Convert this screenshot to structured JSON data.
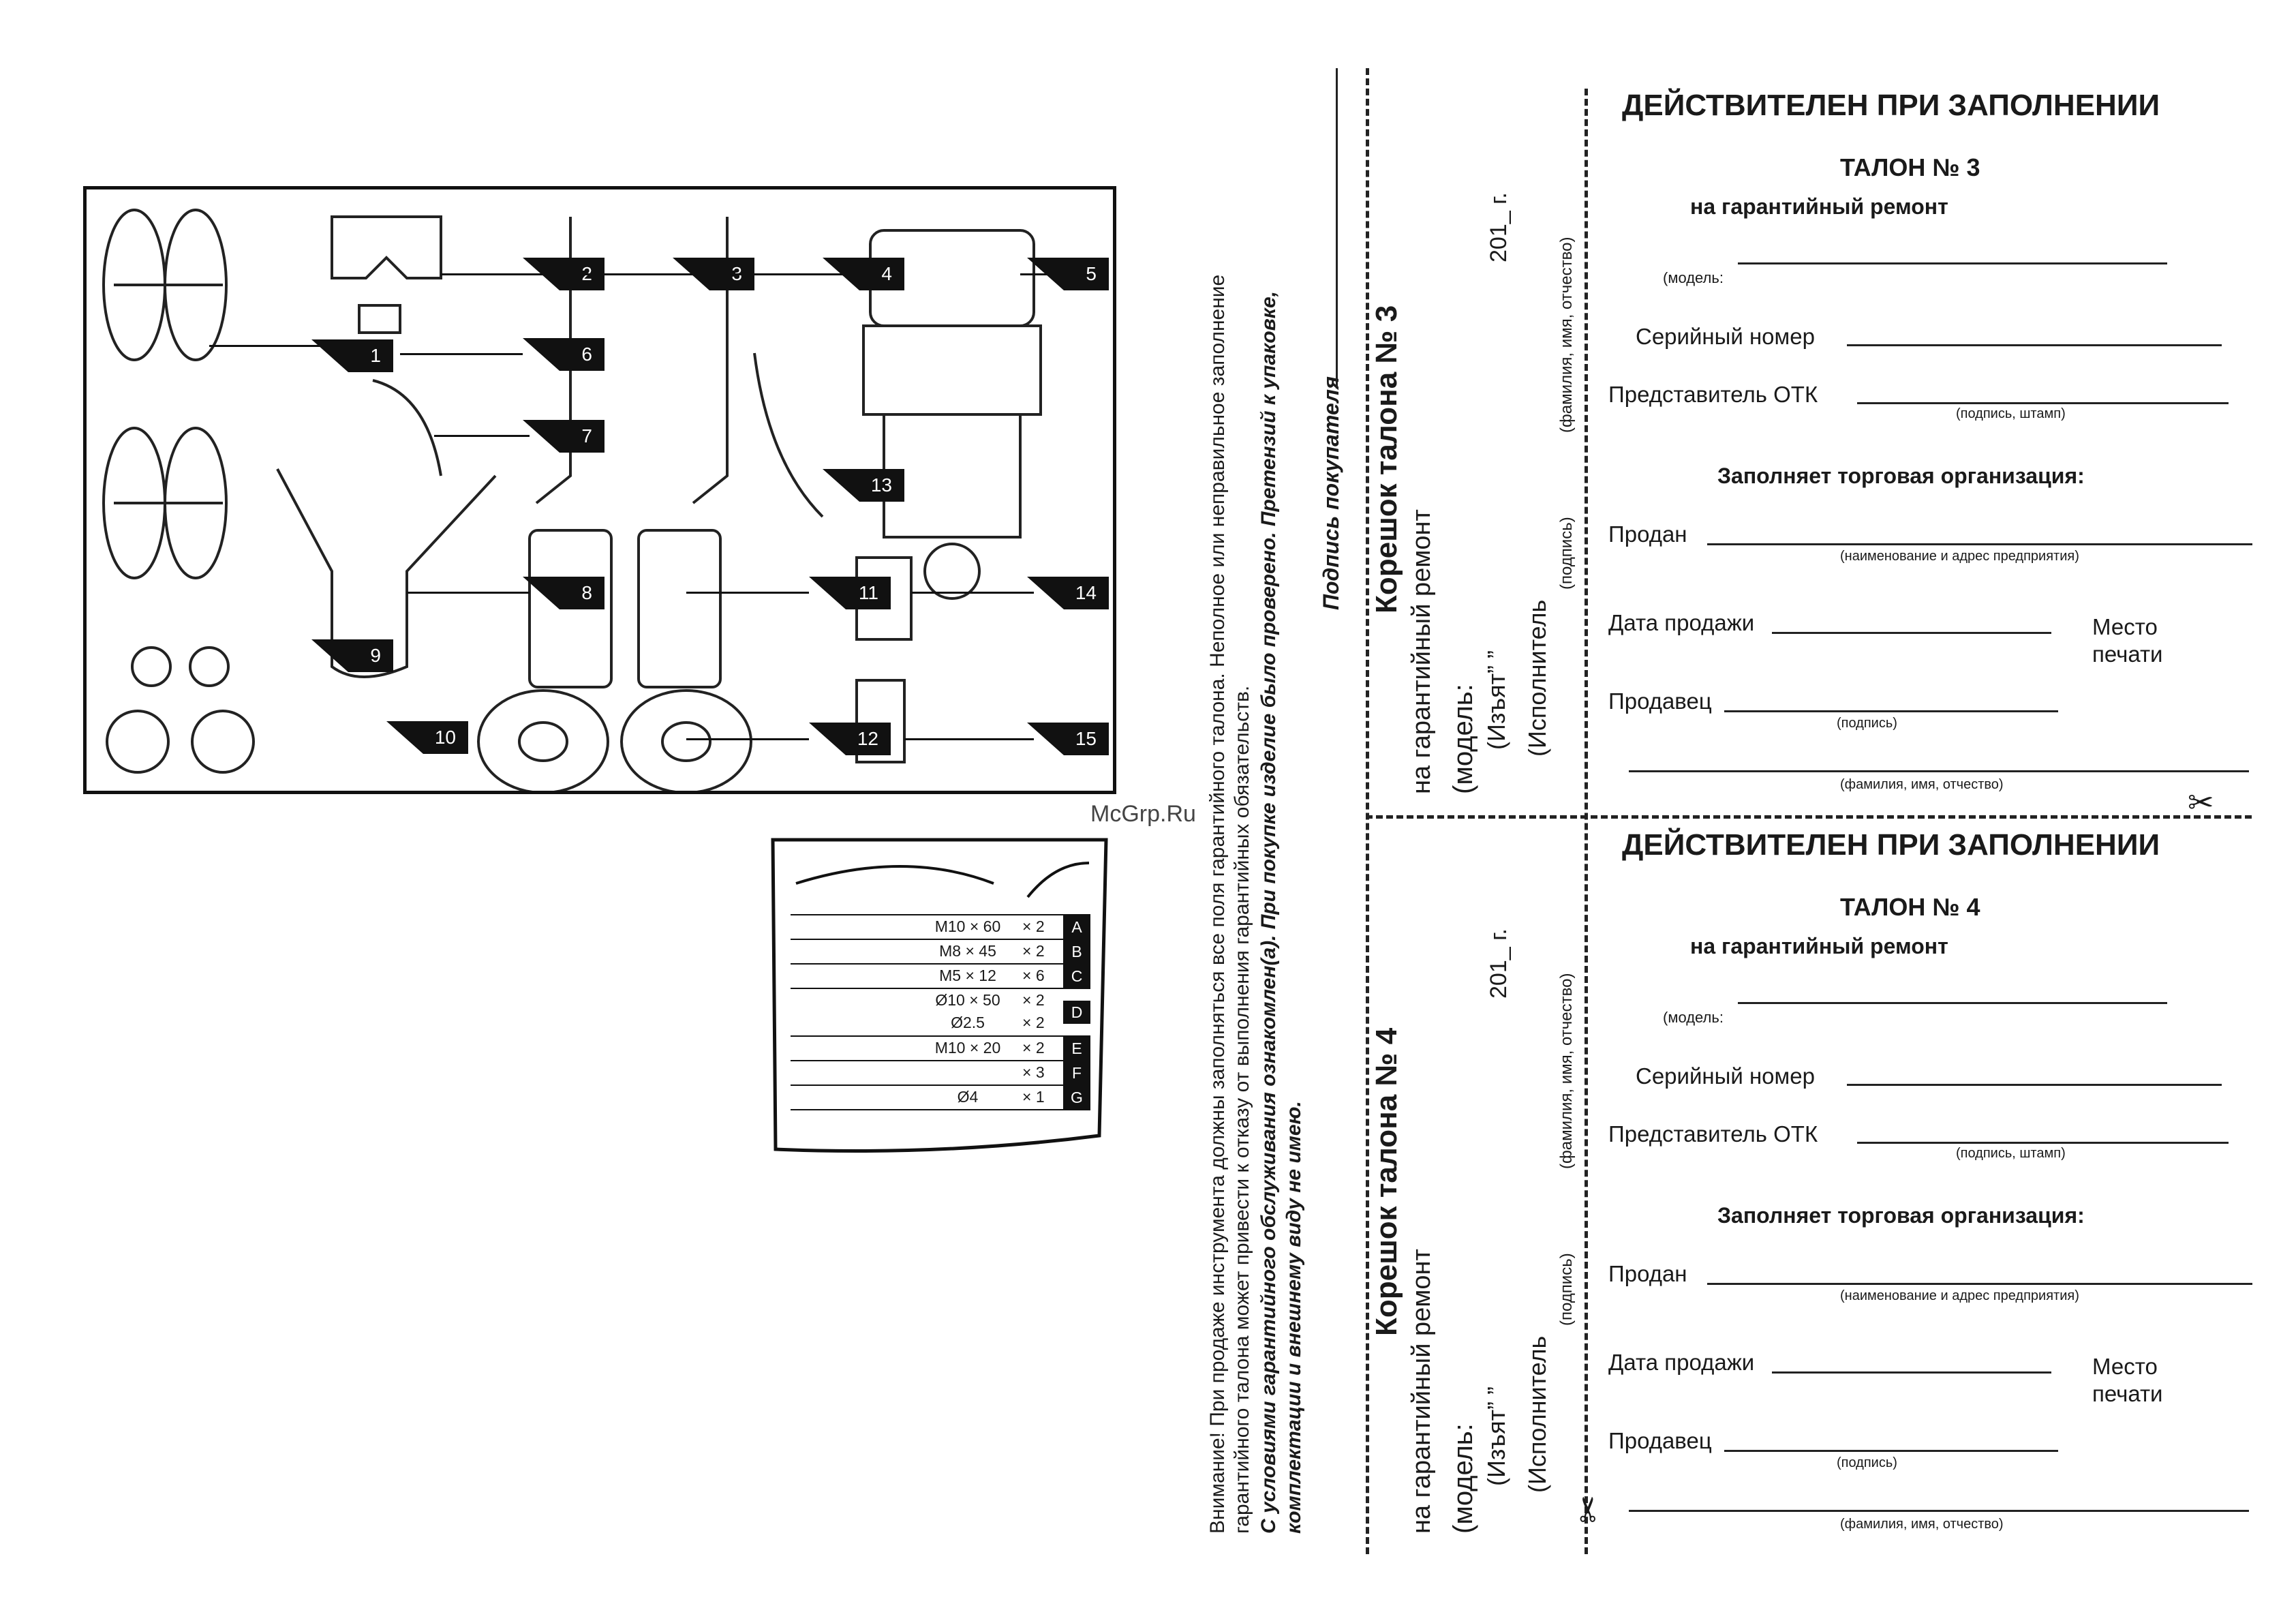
{
  "watermark": "McGrp.Ru",
  "parts": {
    "labels": [
      "1",
      "2",
      "3",
      "4",
      "5",
      "6",
      "7",
      "8",
      "9",
      "10",
      "11",
      "12",
      "13",
      "14",
      "15"
    ]
  },
  "fasteners": [
    {
      "size": "M10 × 60",
      "qty": "× 2",
      "letter": "A"
    },
    {
      "size": "M8 × 45",
      "qty": "× 2",
      "letter": "B"
    },
    {
      "size": "M5 × 12",
      "qty": "× 6",
      "letter": "C"
    },
    {
      "size": "Ø10 × 50",
      "qty": "× 2",
      "letter": "D",
      "size2": "Ø2.5",
      "qty2": "× 2"
    },
    {
      "size": "M10 × 20",
      "qty": "× 2",
      "letter": "E"
    },
    {
      "size": "",
      "qty": "× 3",
      "letter": "F"
    },
    {
      "size": "Ø4",
      "qty": "× 1",
      "letter": "G"
    }
  ],
  "notice": {
    "line1": "Внимание! При продаже инструмента должны заполняться все поля гарантийного талона. Неполное или неправильное заполнение",
    "line2": "гарантийного талона может привести к отказу от выполнения гарантийных обязательств.",
    "line3": "С условиями гарантийного обслуживания ознакомлен(а). При покупке изделие было проверено. Претензий к  упаковке,",
    "line4": "комплектации и внешнему виду не имею.",
    "signature": "Подпись покупателя"
  },
  "stubs": [
    {
      "title": "Корешок талона № 3",
      "subtitle": "на гарантийный ремонт",
      "model": "(модель:",
      "taken": "(Изъят”   ”",
      "year": "201_ г.",
      "executor": "(Исполнитель",
      "sign": "(подпись)",
      "fio": "(фамилия, имя, отчество)"
    },
    {
      "title": "Корешок талона № 4",
      "subtitle": "на гарантийный ремонт",
      "model": "(модель:",
      "taken": "(Изъят”   ”",
      "year": "201_ г.",
      "executor": "(Исполнитель",
      "sign": "(подпись)",
      "fio": "(фамилия, имя, отчество)"
    }
  ],
  "coupons": [
    {
      "valid": "ДЕЙСТВИТЕЛЕН ПРИ ЗАПОЛНЕНИИ",
      "title": "ТАЛОН № 3",
      "subtitle": "на гарантийный ремонт",
      "model": "(модель:",
      "serial": "Серийный номер",
      "otk": "Представитель ОТК",
      "otk_hint": "(подпись, штамп)",
      "trade": "Заполняет торговая организация:",
      "sold": "Продан",
      "sold_hint": "(наименование и адрес предприятия)",
      "date": "Дата продажи",
      "place": "Место",
      "place2": "печати",
      "seller": "Продавец",
      "seller_hint": "(подпись)",
      "fio_hint": "(фамилия, имя, отчество)"
    },
    {
      "valid": "ДЕЙСТВИТЕЛЕН ПРИ ЗАПОЛНЕНИИ",
      "title": "ТАЛОН № 4",
      "subtitle": "на гарантийный ремонт",
      "model": "(модель:",
      "serial": "Серийный номер",
      "otk": "Представитель ОТК",
      "otk_hint": "(подпись, штамп)",
      "trade": "Заполняет торговая организация:",
      "sold": "Продан",
      "sold_hint": "(наименование и адрес предприятия)",
      "date": "Дата продажи",
      "place": "Место",
      "place2": "печати",
      "seller": "Продавец",
      "seller_hint": "(подпись)",
      "fio_hint": "(фамилия, имя, отчество)"
    }
  ]
}
